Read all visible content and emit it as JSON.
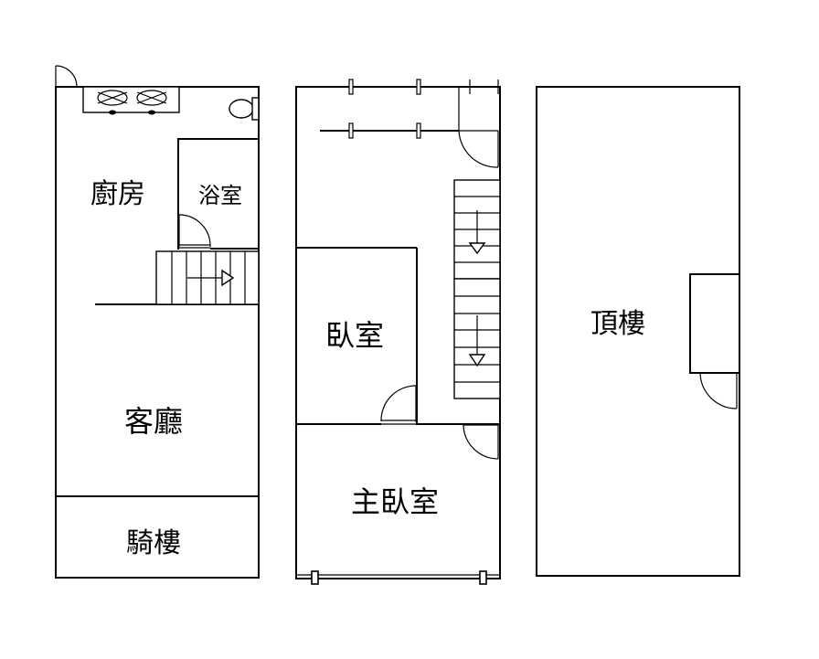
{
  "floors": [
    {
      "id": "first-floor",
      "rooms": [
        {
          "id": "kitchen",
          "label": "廚房"
        },
        {
          "id": "bathroom",
          "label": "浴室"
        },
        {
          "id": "living-room",
          "label": "客廳"
        },
        {
          "id": "arcade",
          "label": "騎樓"
        }
      ]
    },
    {
      "id": "second-floor",
      "rooms": [
        {
          "id": "bedroom",
          "label": "臥室"
        },
        {
          "id": "master-bedroom",
          "label": "主臥室"
        }
      ]
    },
    {
      "id": "roof-floor",
      "rooms": [
        {
          "id": "attic",
          "label": "頂樓"
        }
      ]
    }
  ]
}
